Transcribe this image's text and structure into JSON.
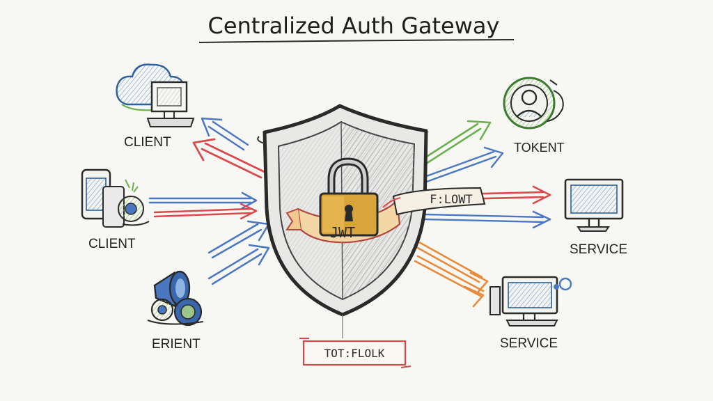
{
  "title": "Centralized Auth Gateway",
  "labels": {
    "client_top": "CLIENT",
    "client_mid": "CLIENT",
    "client_bottom": "ERIENT",
    "token": "TOKENT",
    "service_mid": "SERVICE",
    "service_bottom": "SERVICE"
  },
  "shield": {
    "ribbon_text": "JWT",
    "flow_tag": "F:LOWT",
    "bottom_tag": "TOT:FLOLK"
  },
  "colors": {
    "red": "#d9484b",
    "blue": "#4a78c0",
    "green": "#6ab04c",
    "orange": "#e98a3a",
    "lock": "#d9a43a",
    "ribbon": "#f4d7a6"
  }
}
